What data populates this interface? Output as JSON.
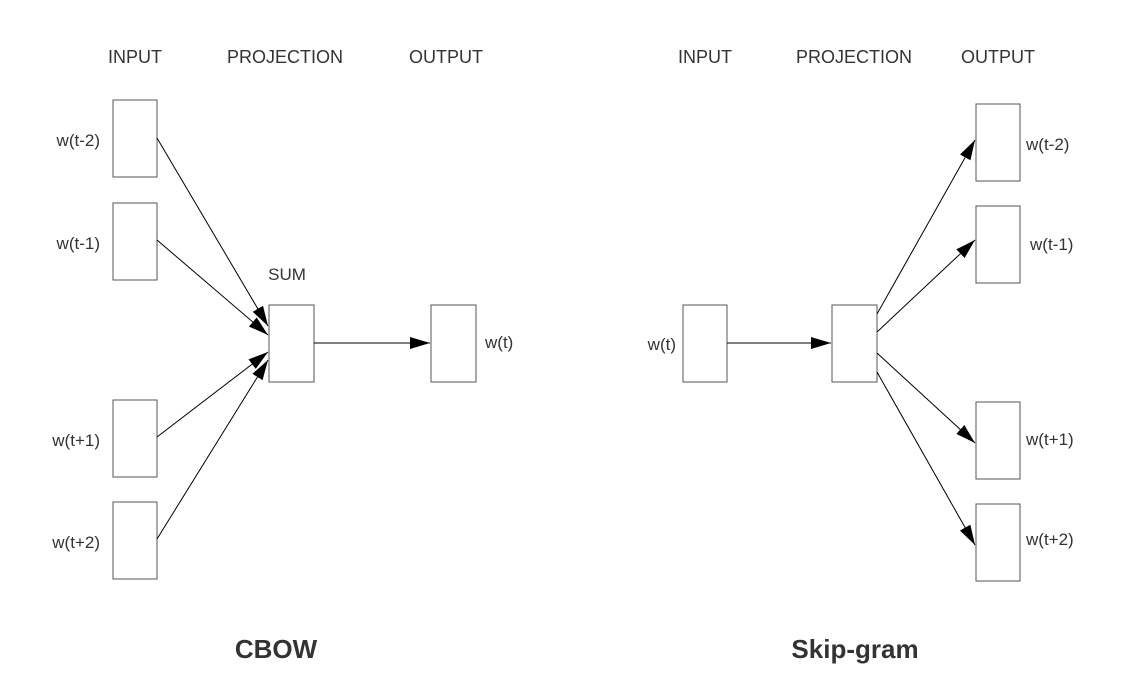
{
  "cbow": {
    "title": "CBOW",
    "headers": {
      "input": "INPUT",
      "projection": "PROJECTION",
      "output": "OUTPUT"
    },
    "sum_label": "SUM",
    "input_labels": [
      "w(t-2)",
      "w(t-1)",
      "w(t+1)",
      "w(t+2)"
    ],
    "output_label": "w(t)"
  },
  "skipgram": {
    "title": "Skip-gram",
    "headers": {
      "input": "INPUT",
      "projection": "PROJECTION",
      "output": "OUTPUT"
    },
    "input_label": "w(t)",
    "output_labels": [
      "w(t-2)",
      "w(t-1)",
      "w(t+1)",
      "w(t+2)"
    ]
  }
}
